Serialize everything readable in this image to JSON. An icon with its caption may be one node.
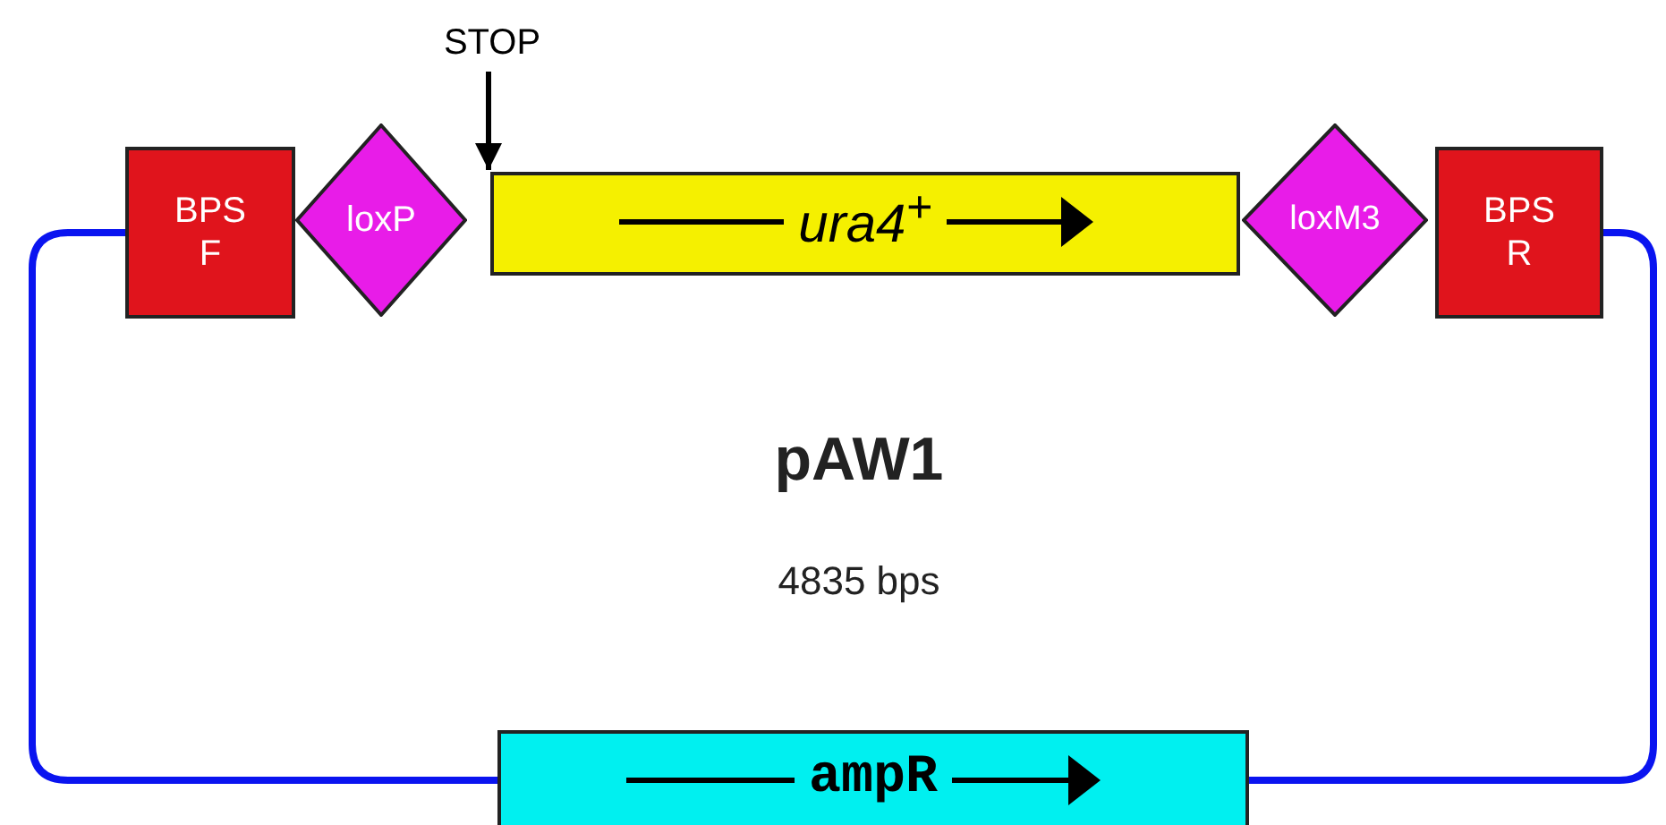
{
  "diagram": {
    "nodes": [
      {
        "text": [
          "BPS F"
        ]
      },
      {
        "text": [
          "loxP"
        ]
      },
      {
        "text": [
          "ura4$^{+}$"
        ]
      },
      {
        "text": [
          "loxM3"
        ]
      },
      {
        "text": [
          "BPS R"
        ]
      },
      {
        "text": [
          "ampR"
        ]
      },
      {
        "text": [
          "STOP"
        ]
      }
    ],
    "edges": [
      {
        "from": 0,
        "to": 5,
        "arrow": "none"
      },
      {
        "from": 5,
        "to": 4,
        "arrow": "none"
      },
      {
        "from": 6,
        "to": 2,
        "arrow": "to",
        "color": "#000000"
      }
    ],
    "labels": [
      "pAW1",
      "4835 bps"
    ]
  }
}
